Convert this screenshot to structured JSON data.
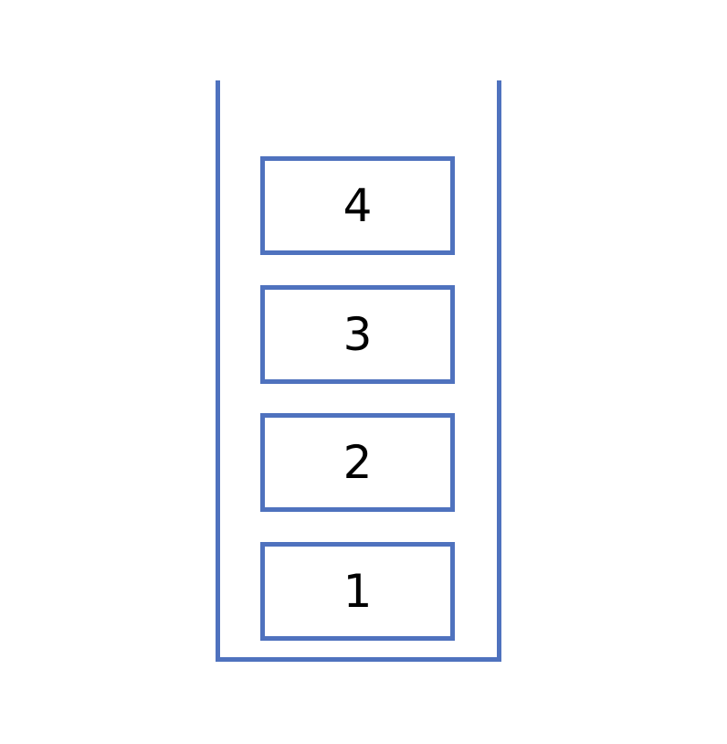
{
  "stack": {
    "items": [
      "4",
      "3",
      "2",
      "1"
    ]
  },
  "colors": {
    "stroke": "#4f72be",
    "text": "#000000",
    "background": "#ffffff"
  }
}
